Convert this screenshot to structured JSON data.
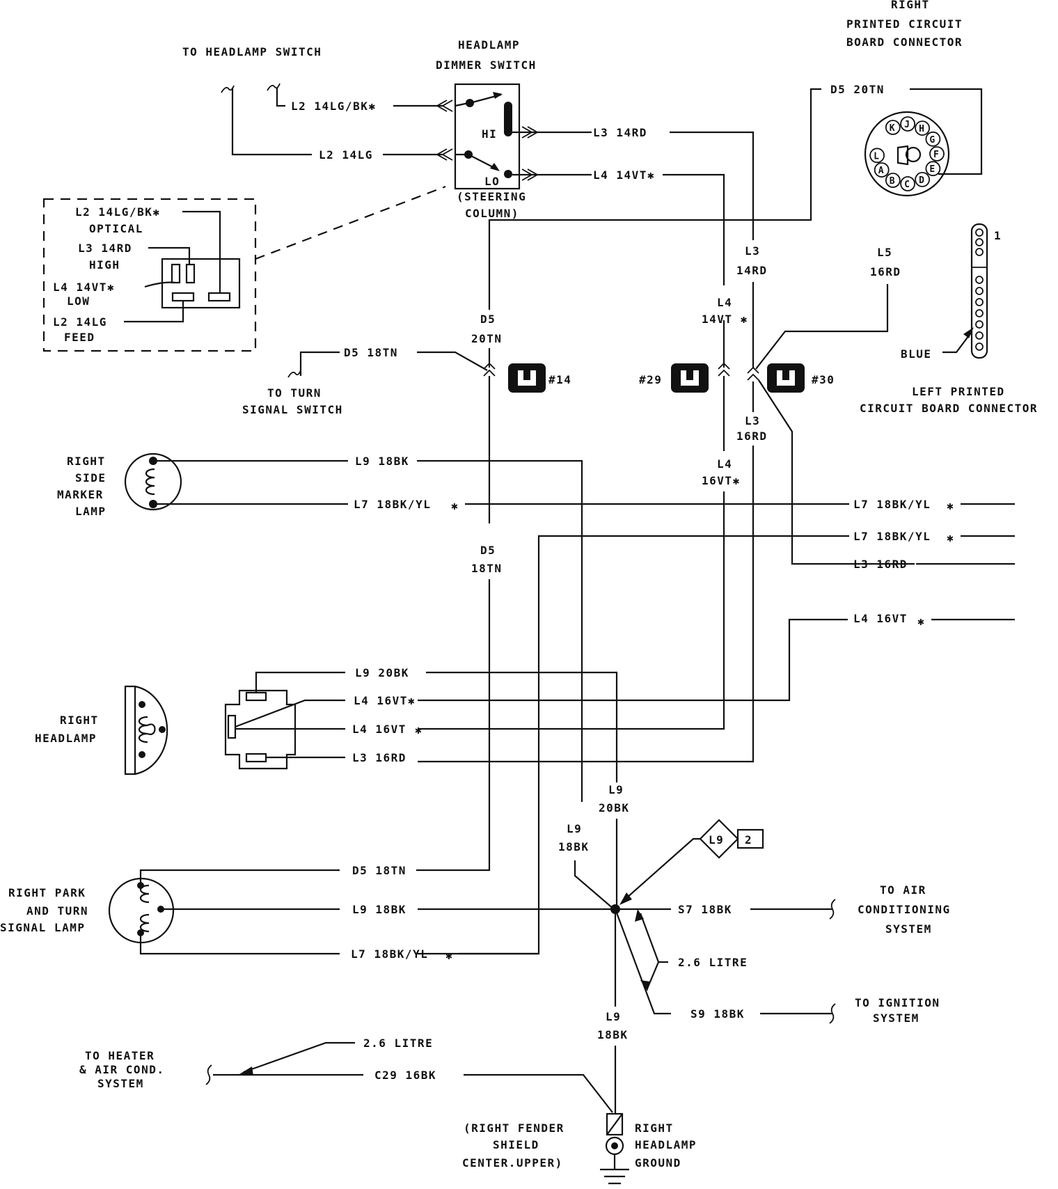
{
  "labels": {
    "to_headlamp_switch": "TO HEADLAMP SWITCH",
    "dimmer_title_1": "HEADLAMP",
    "dimmer_title_2": "DIMMER SWITCH",
    "hi": "HI",
    "lo": "LO",
    "steering_1": "(STEERING",
    "steering_2": "COLUMN)",
    "rpcb_1": "RIGHT",
    "rpcb_2": "PRINTED CIRCUIT",
    "rpcb_3": "BOARD CONNECTOR",
    "w_l2_lgbk": "L2 14LG/BK✱",
    "w_l2_lg": "L2 14LG",
    "w_l3_14rd": "L3 14RD",
    "w_l4_14vt": "L4 14VT✱",
    "w_d5_20tn_top": "D5 20TN",
    "inset_l2_lgbk": "L2 14LG/BK✱",
    "inset_optical": "OPTICAL",
    "inset_l3": "L3 14RD",
    "inset_high": "HIGH",
    "inset_l4": "L4 14VT✱",
    "inset_low": "LOW",
    "inset_l2_lg": "L2 14LG",
    "inset_feed": "FEED",
    "v_l3_a": "L3",
    "v_l3_b": "14RD",
    "v_l5_a": "L5",
    "v_l5_b": "16RD",
    "pin_1": "1",
    "v_d5_a": "D5",
    "v_d5_b": "20TN",
    "v_l4_a": "L4",
    "v_l4_b": "14VT ✱",
    "blue": "BLUE",
    "w_d5_18tn_turn": "D5 18TN",
    "to_turn_1": "TO TURN",
    "to_turn_2": "SIGNAL SWITCH",
    "c14": "#14",
    "c29": "#29",
    "c30": "#30",
    "lpcb_1": "LEFT PRINTED",
    "lpcb_2": "CIRCUIT BOARD CONNECTOR",
    "v_l3_16_a": "L3",
    "v_l3_16_b": "16RD",
    "v_l4_16_a": "L4",
    "v_l4_16_b": "16VT✱",
    "marker_1": "RIGHT",
    "marker_2": "SIDE",
    "marker_3": "MARKER",
    "marker_4": "LAMP",
    "w_l9_18bk_marker": "L9 18BK",
    "w_l7_marker": "L7 18BK/YL",
    "w_l7_right_1": "L7 18BK/YL",
    "w_l7_right_2": "L7 18BK/YL",
    "w_l3_16rd_right": "L3 16RD",
    "w_l4_16vt_right": "L4 16VT",
    "v_d5_18_a": "D5",
    "v_d5_18_b": "18TN",
    "headlamp_1": "RIGHT",
    "headlamp_2": "HEADLAMP",
    "w_l9_20bk": "L9 20BK",
    "w_l4_16vt_h1": "L4 16VT✱",
    "w_l4_16vt_h2": "L4 16VT",
    "w_l3_16rd_h": "L3 16RD",
    "v_l9_20_a": "L9",
    "v_l9_20_b": "20BK",
    "v_l9_18_a": "L9",
    "v_l9_18_b": "18BK",
    "ref_l9": "L9",
    "ref_2": "2",
    "park_1": "RIGHT PARK",
    "park_2": "AND TURN",
    "park_3": "SIGNAL LAMP",
    "w_d5_18tn_park": "D5 18TN",
    "w_l9_18bk_park": "L9 18BK",
    "w_l7_park": "L7 18BK/YL",
    "w_s7": "S7 18BK",
    "ac_1": "TO AIR",
    "ac_2": "CONDITIONING",
    "ac_3": "SYSTEM",
    "litre_a": "2.6 LITRE",
    "w_s9": "S9 18BK",
    "ign_1": "TO IGNITION",
    "ign_2": "SYSTEM",
    "v_l9_low_a": "L9",
    "v_l9_low_b": "18BK",
    "heater_1": "TO HEATER",
    "heater_2": "& AIR COND.",
    "heater_3": "SYSTEM",
    "litre_b": "2.6 LITRE",
    "w_c29": "C29 16BK",
    "fender_1": "(RIGHT FENDER",
    "fender_2": "SHIELD",
    "fender_3": "CENTER.UPPER)",
    "ground_1": "RIGHT",
    "ground_2": "HEADLAMP",
    "ground_3": "GROUND"
  },
  "connector_pins": {
    "right_pcb": [
      "K",
      "J",
      "H",
      "G",
      "F",
      "E",
      "D",
      "C",
      "B",
      "A",
      "L"
    ]
  },
  "icons": {
    "asterisk": "✱"
  },
  "colors": {
    "ink": "#111111",
    "paper": "#ffffff"
  }
}
